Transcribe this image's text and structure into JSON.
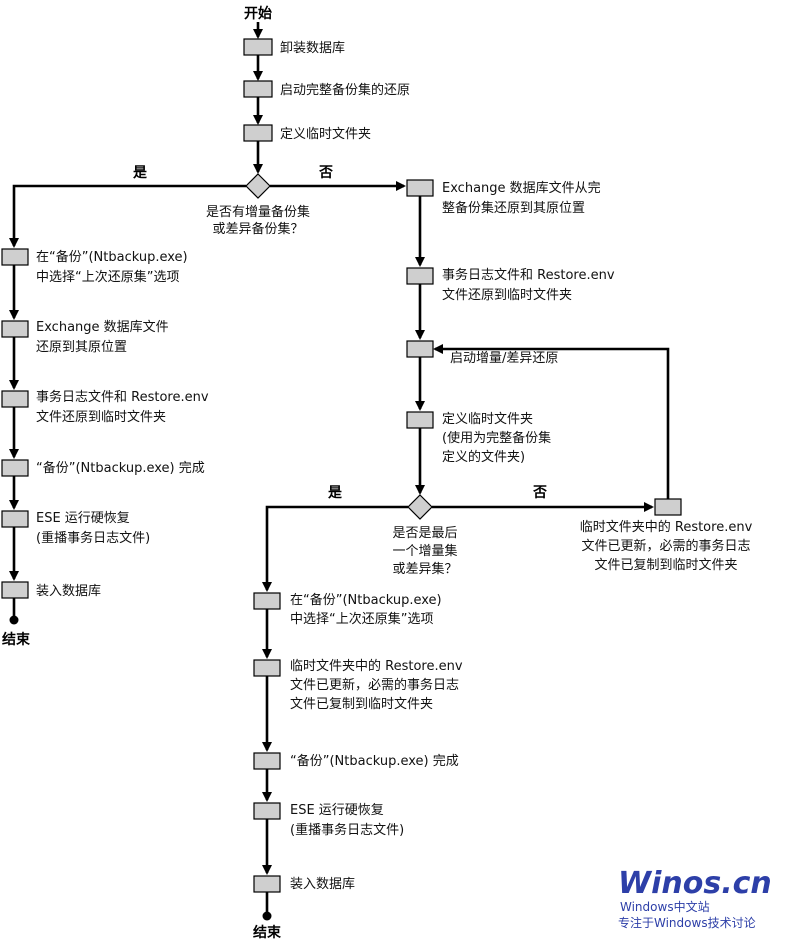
{
  "terminals": {
    "start": "开始",
    "end_left": "结束",
    "end_right": "结束"
  },
  "main_steps": [
    "卸装数据库",
    "启动完整备份集的还原",
    "定义临时文件夹"
  ],
  "decision1": {
    "lines": [
      "是否有增量备份集",
      "或差异备份集？"
    ],
    "yes": "是",
    "no": "否"
  },
  "left_branch": [
    [
      "在“备份”(Ntbackup.exe)",
      "中选择“上次还原集”选项"
    ],
    [
      "Exchange 数据库文件",
      "还原到其原位置"
    ],
    [
      "事务日志文件和 Restore.env",
      "文件还原到临时文件夹"
    ],
    [
      "“备份”(Ntbackup.exe) 完成"
    ],
    [
      "ESE 运行硬恢复",
      "(重播事务日志文件)"
    ],
    [
      "装入数据库"
    ]
  ],
  "right_branch": [
    [
      "Exchange 数据库文件从完",
      "整备份集还原到其原位置"
    ],
    [
      "事务日志文件和 Restore.env",
      "文件还原到临时文件夹"
    ],
    [
      "启动增量/差异还原"
    ],
    [
      "定义临时文件夹",
      "(使用为完整备份集",
      "定义的文件夹)"
    ]
  ],
  "decision2": {
    "lines": [
      "是否是最后",
      "一个增量集",
      "或差异集？"
    ],
    "yes": "是",
    "no": "否"
  },
  "loop_box": [
    "临时文件夹中的 Restore.env",
    "文件已更新，必需的事务日志",
    "文件已复制到临时文件夹"
  ],
  "final_branch": [
    [
      "在“备份”(Ntbackup.exe)",
      "中选择“上次还原集”选项"
    ],
    [
      "临时文件夹中的 Restore.env",
      "文件已更新，必需的事务日志",
      "文件已复制到临时文件夹"
    ],
    [
      "“备份”(Ntbackup.exe) 完成"
    ],
    [
      "ESE 运行硬恢复",
      "(重播事务日志文件)"
    ],
    [
      "装入数据库"
    ]
  ],
  "watermark": {
    "brand": "Winos.cn",
    "line1": "Windows中文站",
    "line2": "专注于Windows技术讨论"
  }
}
